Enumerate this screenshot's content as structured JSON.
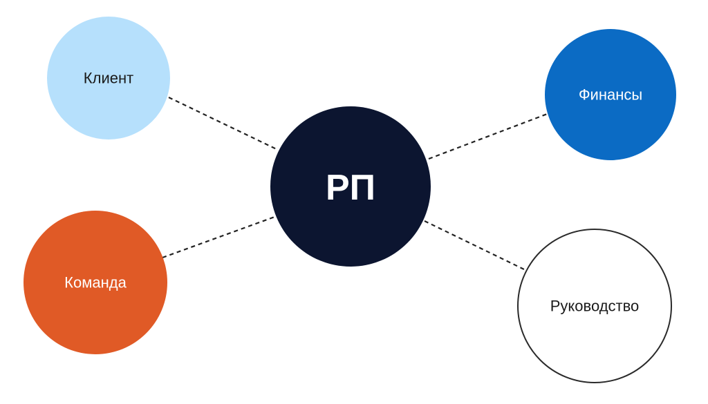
{
  "diagram": {
    "center": {
      "label": "РП",
      "fill": "#0c1530",
      "text_color": "#ffffff"
    },
    "nodes": [
      {
        "id": "client",
        "label": "Клиент",
        "fill": "#b6e0fc",
        "text_color": "#1a1a1a"
      },
      {
        "id": "team",
        "label": "Команда",
        "fill": "#e05a26",
        "text_color": "#ffffff"
      },
      {
        "id": "finance",
        "label": "Финансы",
        "fill": "#0b6bc4",
        "text_color": "#ffffff"
      },
      {
        "id": "management",
        "label": "Руководство",
        "fill": "#ffffff",
        "text_color": "#1a1a1a",
        "border": "#2a2a2a"
      }
    ],
    "connector_style": "dashed"
  }
}
